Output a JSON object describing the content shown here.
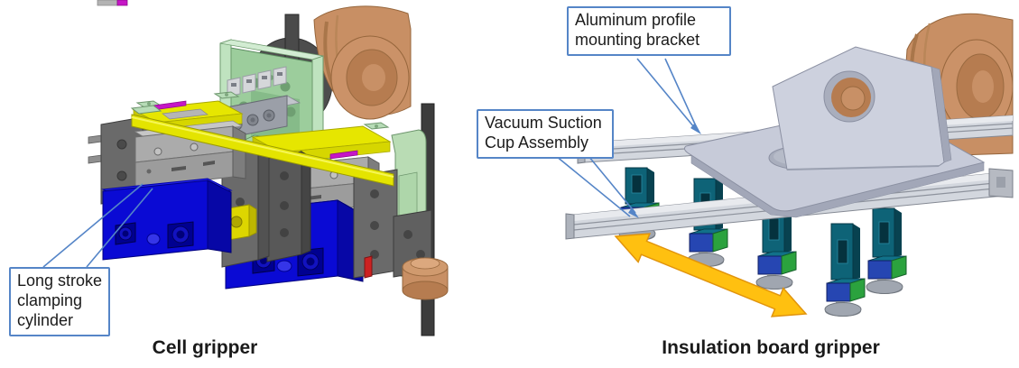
{
  "figure": {
    "left": {
      "caption": "Cell gripper",
      "callout_long_stroke": {
        "line1": "Long stroke",
        "line2": "clamping",
        "line3": "cylinder"
      }
    },
    "right": {
      "caption": "Insulation board gripper",
      "callout_aluminum": {
        "line1": "Aluminum profile",
        "line2": "mounting bracket"
      },
      "callout_vacuum": {
        "line1": "Vacuum Suction",
        "line2": "Cup Assembly"
      }
    }
  },
  "icons": {
    "motion_arrow": "double-headed-arrow",
    "callout_style": "boxed-label-with-leader-lines"
  },
  "colors": {
    "callout_border": "#5585c7",
    "leader_line": "#5585c7",
    "arrow_fill": "#ffc010",
    "arrow_outline": "#e1940c",
    "caption_text": "#1a1a1a",
    "robot_copper": "#c88f64",
    "bracket_green": "#9ccd9c",
    "plate_yellow": "#e6e600",
    "cylinder_gray": "#ababab",
    "cell_blue": "#0a0ad4",
    "post_teal": "#0e6377",
    "suction_box_blue": "#2646b2",
    "suction_box_green": "#2ba23e",
    "aluminum_profile": "#d3d7de",
    "mounting_plate": "#c7cbd9"
  }
}
